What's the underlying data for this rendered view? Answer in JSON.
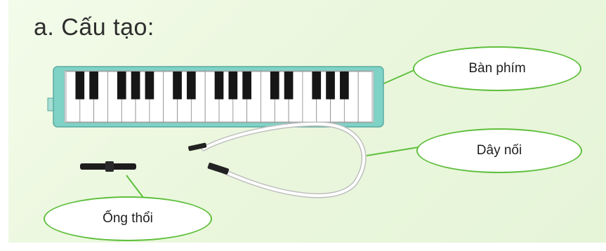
{
  "title": "a. Cấu tạo:",
  "labels": {
    "keyboard": "Bàn phím",
    "tube": "Dây nối",
    "mouthpiece": "Ống thổi"
  },
  "colors": {
    "background": "#e8f5da",
    "bubble_border": "#5fbf3c",
    "keyboard_body": "#7fd3c6"
  },
  "icons": [
    "melodica-keyboard-illustration",
    "connecting-tube-illustration",
    "mouthpiece-illustration"
  ]
}
